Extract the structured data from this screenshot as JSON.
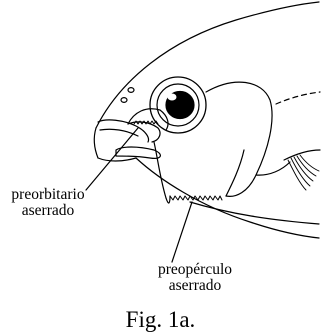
{
  "labels": {
    "preorbitario": {
      "line1": "preorbitario",
      "line2": "aserrado"
    },
    "preoperculo": {
      "line1": "preopérculo",
      "line2": "aserrado"
    }
  },
  "caption": "Fig. 1a.",
  "colors": {
    "ink": "#000000",
    "background": "#ffffff"
  }
}
